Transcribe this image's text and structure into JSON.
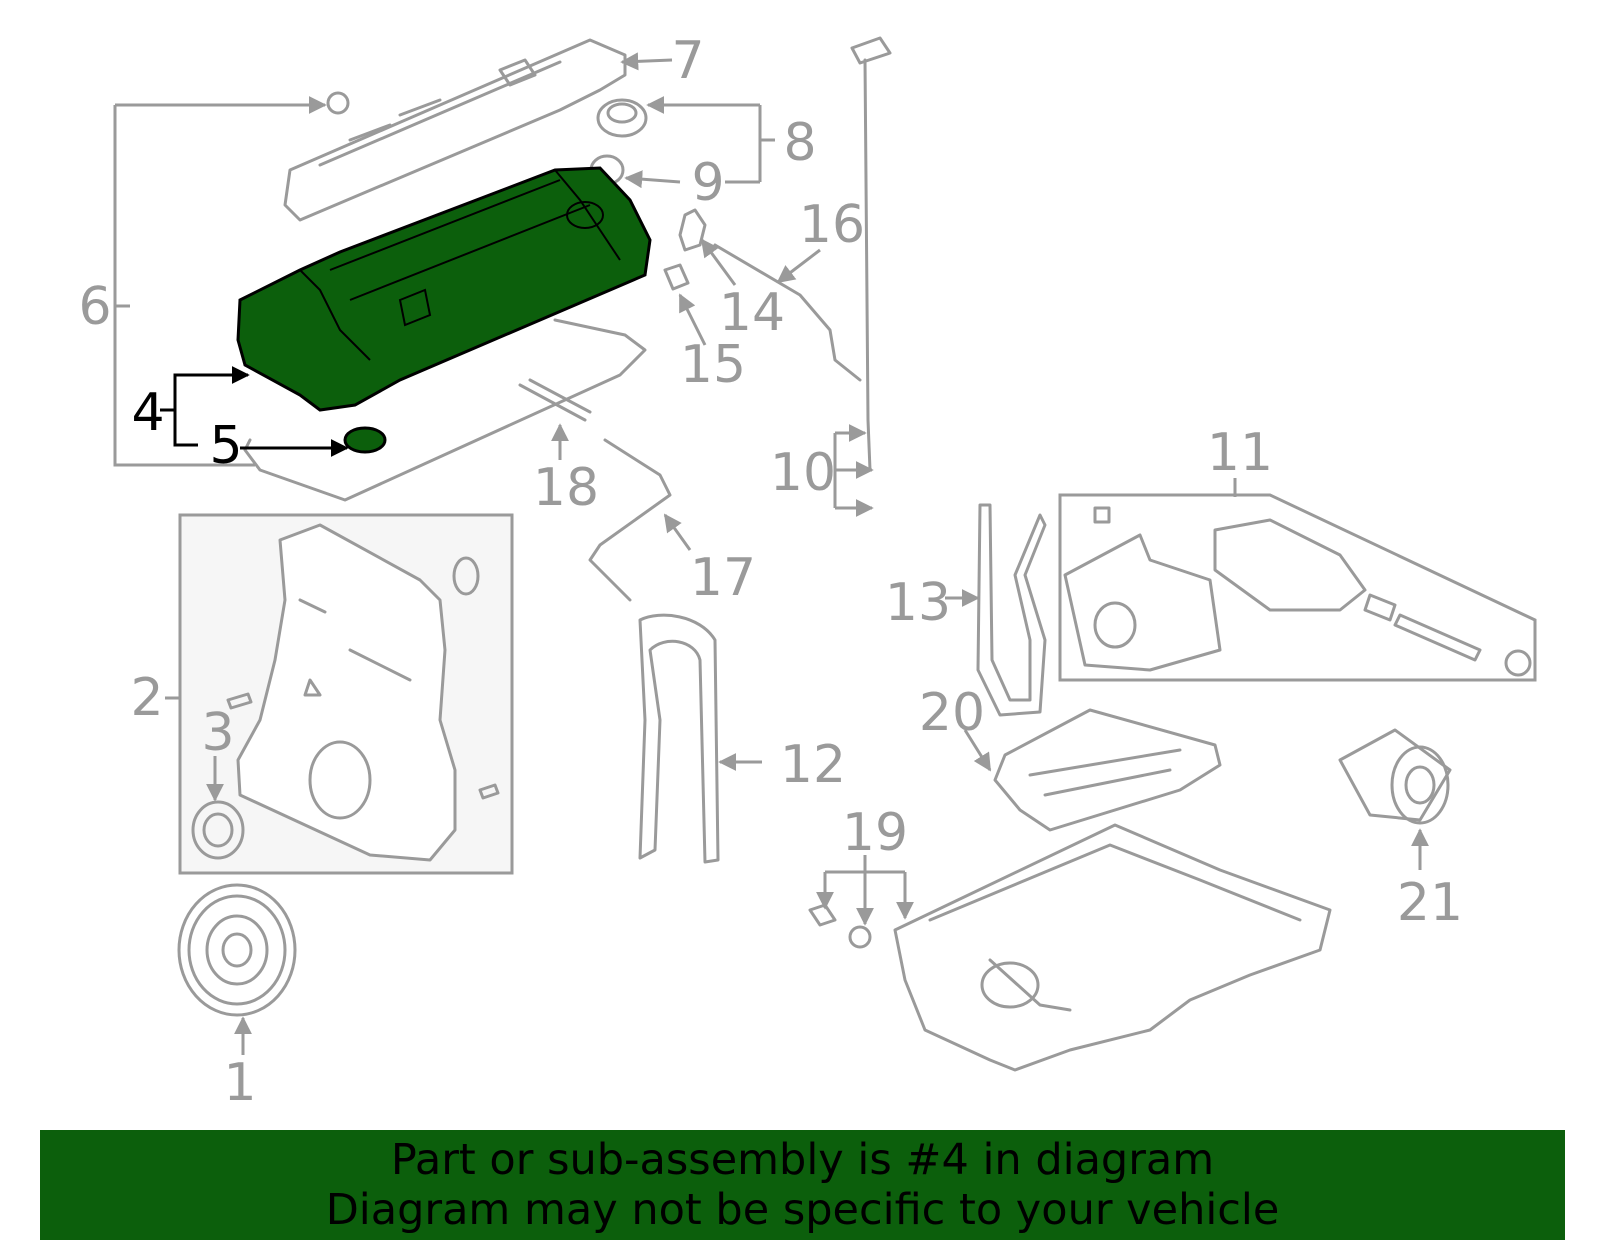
{
  "highlight_color": "#0c5f0c",
  "part_outline_color": "#9a9a9a",
  "callouts": {
    "n1": "1",
    "n2": "2",
    "n3": "3",
    "n4": "4",
    "n5": "5",
    "n6": "6",
    "n7": "7",
    "n8": "8",
    "n9": "9",
    "n10": "10",
    "n11": "11",
    "n12": "12",
    "n13": "13",
    "n14": "14",
    "n15": "15",
    "n16": "16",
    "n17": "17",
    "n18": "18",
    "n19": "19",
    "n20": "20",
    "n21": "21"
  },
  "banner": {
    "line1": "Part or sub-assembly is #4 in diagram",
    "line2": "Diagram may not be specific to your vehicle"
  }
}
